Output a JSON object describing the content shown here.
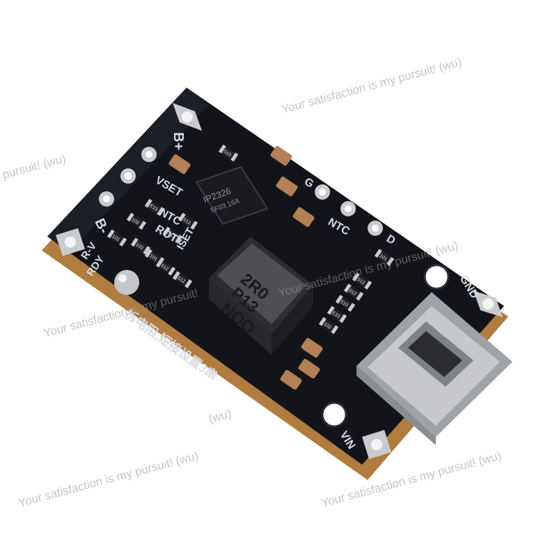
{
  "colors": {
    "background": "#ffffff",
    "pcb": "#121419",
    "pcb_edge": "#b07c3f",
    "silkscreen": "#d8dbe2",
    "pad_silver": "#c9cbcf",
    "usb_metal": "#aeb0b4",
    "smd_cap": "#b38155",
    "inductor": "#4d4f53",
    "watermark": "#9a9a9a"
  },
  "board": {
    "pin_labels_left": [
      "B+",
      "VSET",
      "B-",
      "R-V",
      "RDY"
    ],
    "pin_labels_mid": [
      "NTC",
      "ROT",
      "ISET"
    ],
    "pin_labels_right": [
      "G",
      "NTC",
      "D",
      "GND",
      "VIN"
    ],
    "chip_marking": [
      "IP2326",
      "5F03.16A"
    ],
    "inductor_marking": [
      "2R0",
      "P13",
      "NOO"
    ],
    "chinese_note": "拆电阻,短接设置3串",
    "resistor_codes": [
      "510",
      "E15",
      "102",
      "101",
      "102",
      "101",
      "513",
      "512",
      "512",
      "512",
      "512",
      "512"
    ],
    "usb_connector": "usb-type-c-icon"
  },
  "watermarks": [
    {
      "text": "Your satisfaction is my pursuit!",
      "tag": "(wu)"
    },
    {
      "text": "pursuit!",
      "tag": "(wu)"
    },
    {
      "text": "Your satisfaction is my pursuit!",
      "tag": ""
    },
    {
      "text": "Your satisfaction is my pursuit!",
      "tag": "(wu)"
    },
    {
      "text": "",
      "tag": "(wu)"
    },
    {
      "text": "Your satisfaction is my pursuit!",
      "tag": "(wu)"
    },
    {
      "text": "Your satisfaction is my pursuit!",
      "tag": "(wu)"
    }
  ]
}
